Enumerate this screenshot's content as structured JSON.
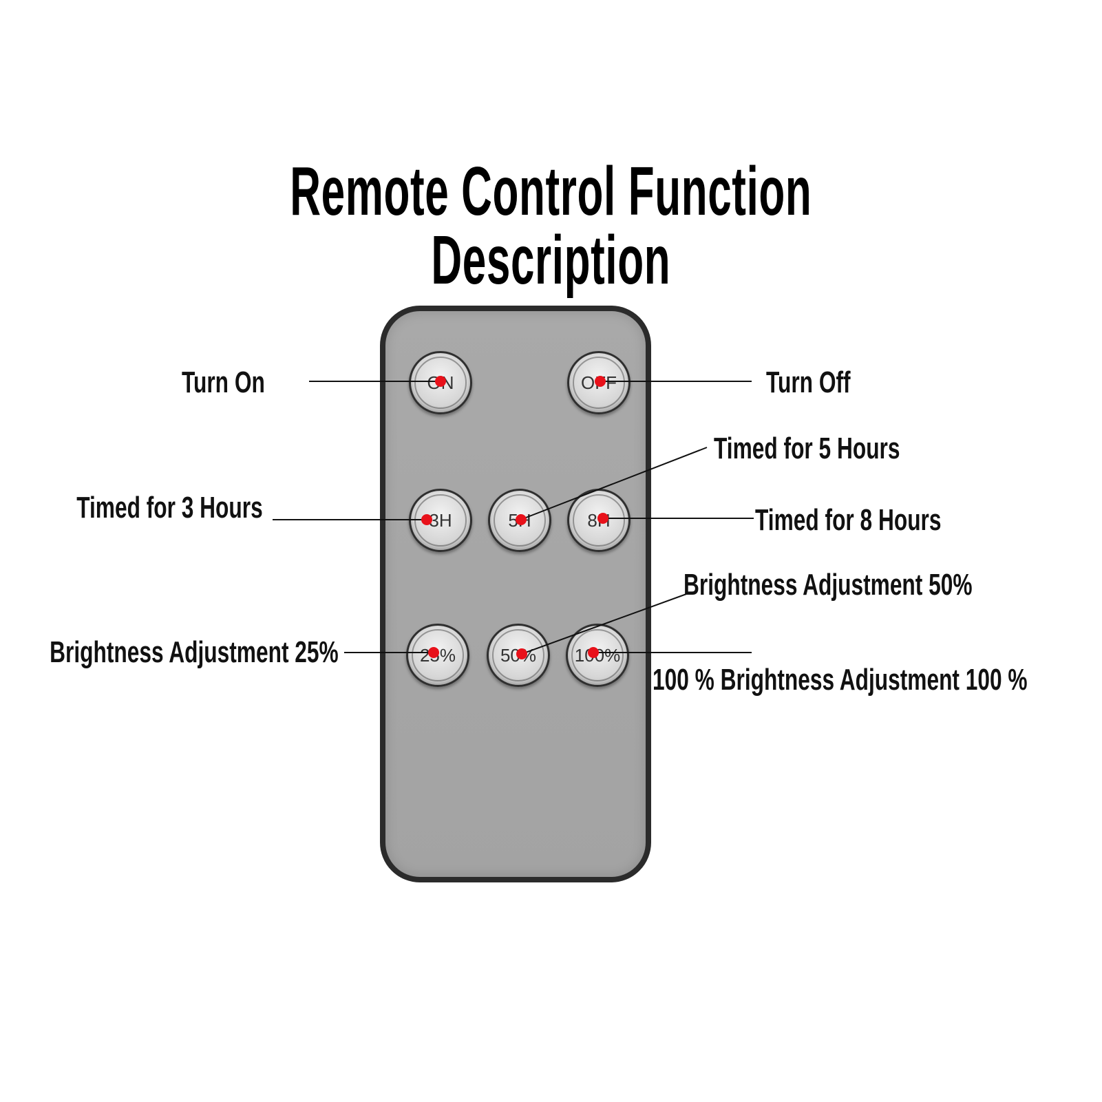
{
  "title": "Remote Control Function Description",
  "buttons": {
    "on": "ON",
    "off": "OFF",
    "h3": "3H",
    "h5": "5H",
    "h8": "8H",
    "p25": "25%",
    "p50": "50%",
    "p100": "100%"
  },
  "labels": {
    "turn_on": "Turn On",
    "turn_off": "Turn Off",
    "timed_5": "Timed for 5 Hours",
    "timed_3": "Timed for 3 Hours",
    "timed_8": "Timed for 8 Hours",
    "bright_50": "Brightness Adjustment 50%",
    "bright_25": "Brightness Adjustment 25%",
    "bright_100": "100 % Brightness Adjustment 100 %"
  },
  "colors": {
    "remote_body": "#a9a9a9",
    "remote_border": "#2b2b2b",
    "marker": "#e8111a",
    "text": "#111111"
  }
}
